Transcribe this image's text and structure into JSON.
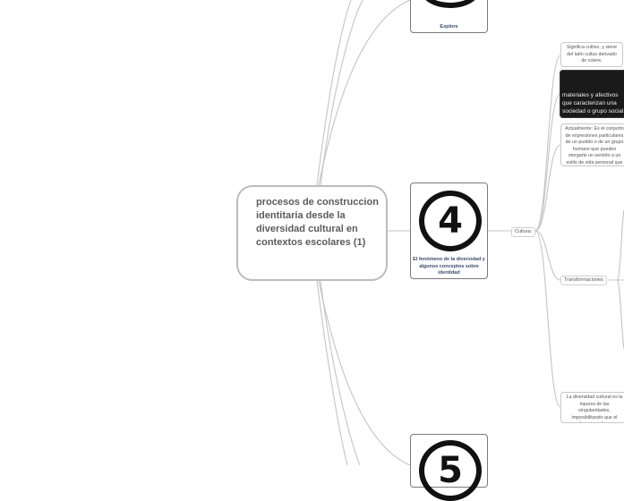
{
  "central": {
    "title": "procesos de construccion identitaria desde la diversidad cultural en contextos escolares (1)"
  },
  "cards": [
    {
      "id": "explore",
      "number": "",
      "caption": "Explore"
    },
    {
      "id": "card-4",
      "number": "4",
      "caption": "El fenómeno de la diversidad y algunos conceptos sobre identidad"
    },
    {
      "id": "card-5",
      "number": "5",
      "caption": ""
    }
  ],
  "branch": {
    "cultura": "Cultura:",
    "transformaciones": "Transformaciones"
  },
  "leaves": {
    "significa": "Significa cultivo, y viene del latín cultus derivado de colere.",
    "dark": "materiales y afectivos que caracterizan una sociedad o grupo social",
    "actualmente": "Actualmente: Es el conjunto de expresiones particulares de un pueblo o de un grupo humano que pueden otorgarle un sentido a un estilo de vida personal que hace parte del grupo.",
    "diversidad": "La diversidad cultural es la riqueza de las singularidades, imposibilitando que el mundo se transforme en homogéneo"
  },
  "colors": {
    "line": "#bdbdbd",
    "card_border": "#7a7a7a",
    "text_central": "#5b5b5b",
    "caption": "#3a4a6a"
  }
}
